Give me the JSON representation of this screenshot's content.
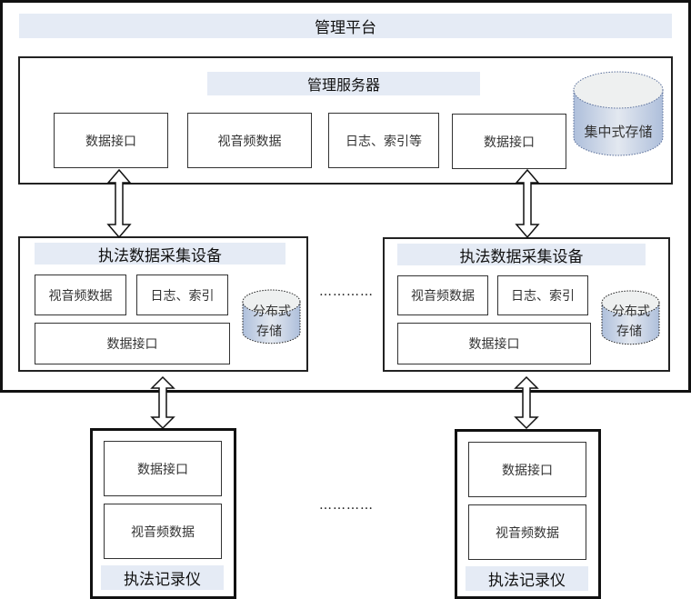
{
  "platform": {
    "title": "管理平台",
    "server": {
      "title": "管理服务器",
      "boxes": [
        "数据接口",
        "视音频数据",
        "日志、索引等",
        "数据接口"
      ],
      "storage": "集中式存储"
    },
    "collectors": [
      {
        "title": "执法数据采集设备",
        "av_data": "视音频数据",
        "log_index": "日志、索引",
        "interface": "数据接口",
        "storage_line1": "分布式",
        "storage_line2": "存储"
      },
      {
        "title": "执法数据采集设备",
        "av_data": "视音频数据",
        "log_index": "日志、索引",
        "interface": "数据接口",
        "storage_line1": "分布式",
        "storage_line2": "存储"
      }
    ],
    "collector_ellipsis": "…………"
  },
  "recorders": [
    {
      "interface": "数据接口",
      "av_data": "视音频数据",
      "title": "执法记录仪"
    },
    {
      "interface": "数据接口",
      "av_data": "视音频数据",
      "title": "执法记录仪"
    }
  ],
  "recorder_ellipsis": "…………",
  "colors": {
    "band": "#e5ebf5",
    "cylinder_top": "#eef0f2",
    "cylinder_side": "#b9c8e0",
    "cylinder_outline": "#6a7fa8"
  }
}
